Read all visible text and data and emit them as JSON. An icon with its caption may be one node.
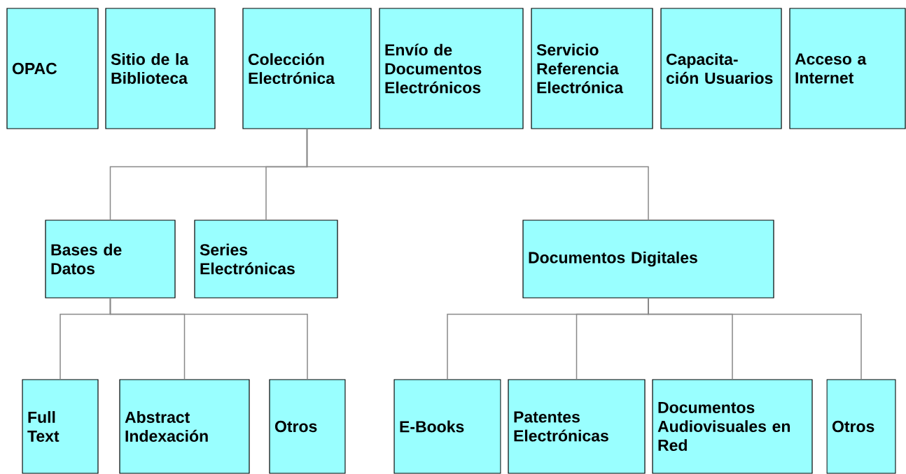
{
  "diagram": {
    "nodes": [
      {
        "text": [
          "OPAC"
        ]
      },
      {
        "text": [
          "Sitio de la Biblioteca"
        ]
      },
      {
        "text": [
          "Colección Electrónica"
        ]
      },
      {
        "text": [
          "Envío de Documentos Electrónicos"
        ]
      },
      {
        "text": [
          "Servicio Referencia Electrónica"
        ]
      },
      {
        "text": [
          "Capacita- ción Usuarios"
        ]
      },
      {
        "text": [
          "Acceso a Internet"
        ]
      },
      {
        "text": [
          "Bases de Datos"
        ]
      },
      {
        "text": [
          "Series Electrónicas"
        ]
      },
      {
        "text": [
          "Documentos Digitales"
        ]
      },
      {
        "text": [
          "Full Text"
        ]
      },
      {
        "text": [
          "Abstract Indexación"
        ]
      },
      {
        "text": [
          "Otros"
        ]
      },
      {
        "text": [
          "E-Books"
        ]
      },
      {
        "text": [
          "Patentes Electrónicas"
        ]
      },
      {
        "text": [
          "Documentos Audiovisuales en Red"
        ]
      },
      {
        "text": [
          "Otros"
        ]
      }
    ],
    "edges": [
      {
        "from": 2,
        "to": 7,
        "arrow": "none"
      },
      {
        "from": 2,
        "to": 8,
        "arrow": "none"
      },
      {
        "from": 2,
        "to": 9,
        "arrow": "none"
      },
      {
        "from": 7,
        "to": 10,
        "arrow": "none"
      },
      {
        "from": 7,
        "to": 11,
        "arrow": "none"
      },
      {
        "from": 7,
        "to": 12,
        "arrow": "none"
      },
      {
        "from": 9,
        "to": 13,
        "arrow": "none"
      },
      {
        "from": 9,
        "to": 14,
        "arrow": "none"
      },
      {
        "from": 9,
        "to": 15,
        "arrow": "none"
      },
      {
        "from": 9,
        "to": 16,
        "arrow": "none"
      }
    ]
  }
}
